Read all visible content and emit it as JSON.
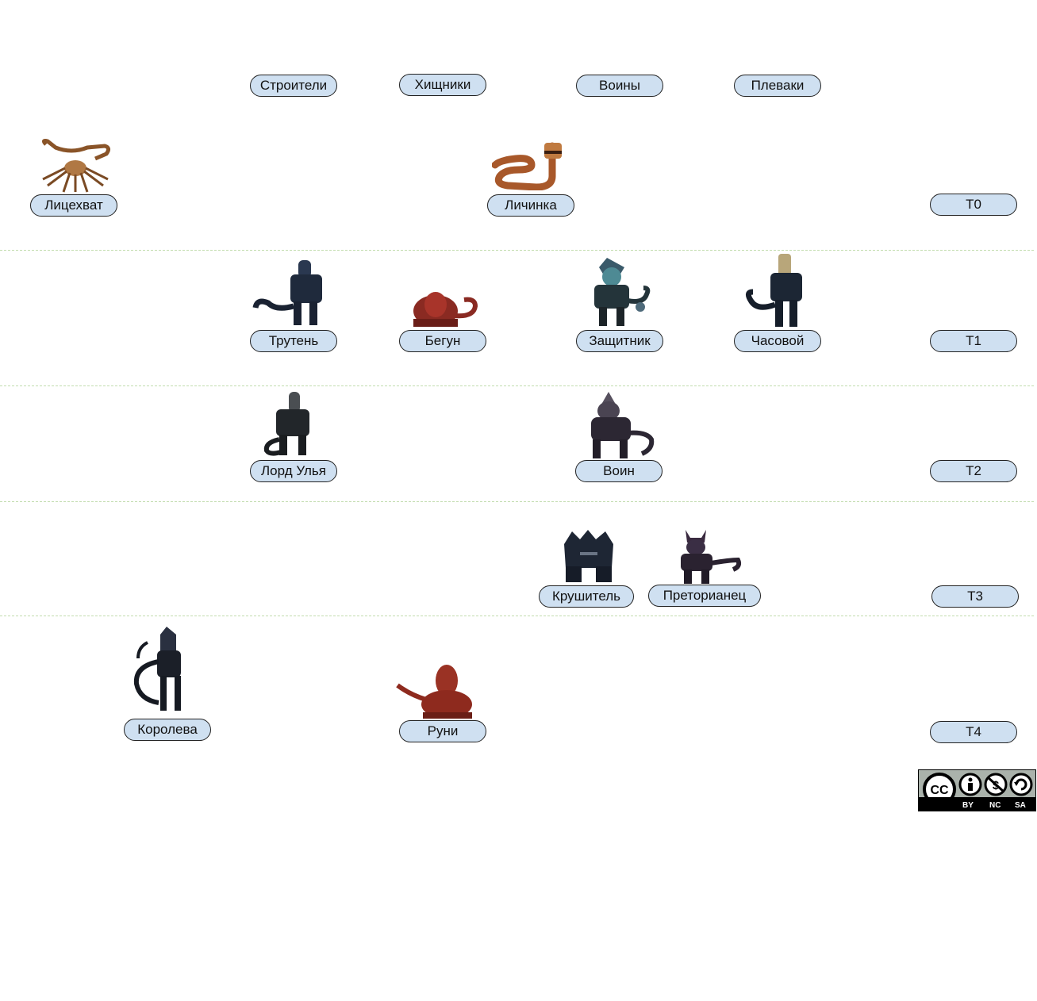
{
  "diagram": {
    "columns": [
      {
        "id": "builders",
        "label": "Строители"
      },
      {
        "id": "hunters",
        "label": "Хищники"
      },
      {
        "id": "warriors",
        "label": "Воины"
      },
      {
        "id": "spitters",
        "label": "Плеваки"
      }
    ],
    "tiers": [
      {
        "id": "t0",
        "label": "T0"
      },
      {
        "id": "t1",
        "label": "T1"
      },
      {
        "id": "t2",
        "label": "T2"
      },
      {
        "id": "t3",
        "label": "T3"
      },
      {
        "id": "t4",
        "label": "T4"
      }
    ],
    "castes": [
      {
        "id": "facehugger",
        "label": "Лицехват",
        "tier": "T0",
        "color": "#a86a3a"
      },
      {
        "id": "larva",
        "label": "Личинка",
        "tier": "T0",
        "color": "#b8622e"
      },
      {
        "id": "drone",
        "label": "Трутень",
        "tier": "T1",
        "column": "Строители",
        "color": "#1f2a3c"
      },
      {
        "id": "runner",
        "label": "Бегун",
        "tier": "T1",
        "column": "Хищники",
        "color": "#8a2a22"
      },
      {
        "id": "defender",
        "label": "Защитник",
        "tier": "T1",
        "column": "Воины",
        "color": "#24343a"
      },
      {
        "id": "sentinel",
        "label": "Часовой",
        "tier": "T1",
        "column": "Плеваки",
        "color": "#1c2634"
      },
      {
        "id": "hivelord",
        "label": "Лорд Улья",
        "tier": "T2",
        "column": "Строители",
        "color": "#22262a"
      },
      {
        "id": "warrior",
        "label": "Воин",
        "tier": "T2",
        "column": "Воины",
        "color": "#2c2733"
      },
      {
        "id": "crusher",
        "label": "Крушитель",
        "tier": "T3",
        "color": "#1e2634"
      },
      {
        "id": "praetorian",
        "label": "Преторианец",
        "tier": "T3",
        "color": "#2a2230"
      },
      {
        "id": "queen",
        "label": "Королева",
        "tier": "T4",
        "color": "#1b1f28"
      },
      {
        "id": "ravager",
        "label": "Руни",
        "tier": "T4",
        "color": "#8e2a1e"
      }
    ],
    "license": {
      "badge": "CC",
      "terms": [
        "BY",
        "NC",
        "SA"
      ]
    }
  }
}
